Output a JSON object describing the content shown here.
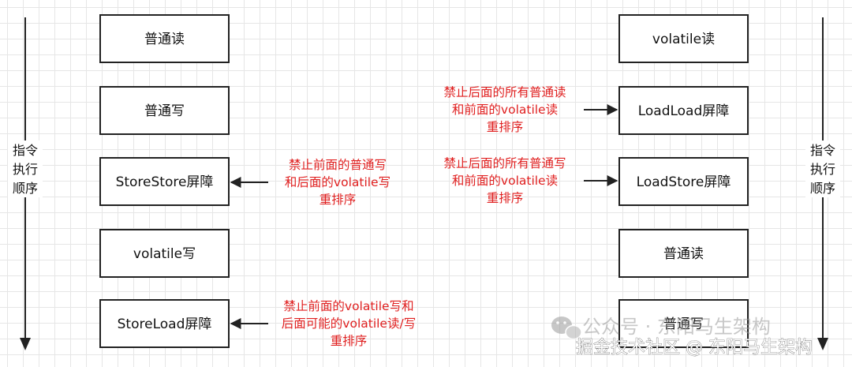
{
  "left_column": {
    "axis_label": [
      "指令",
      "执行",
      "顺序"
    ],
    "boxes": [
      "普通读",
      "普通写",
      "StoreStore屏障",
      "volatile写",
      "StoreLoad屏障"
    ]
  },
  "right_column": {
    "axis_label": [
      "指令",
      "执行",
      "顺序"
    ],
    "boxes": [
      "volatile读",
      "LoadLoad屏障",
      "LoadStore屏障",
      "普通读",
      "普通写"
    ]
  },
  "notes": {
    "storestore": [
      "禁止前面的普通写",
      "和后面的volatile写",
      "重排序"
    ],
    "storeload": [
      "禁止前面的volatile写和",
      "后面可能的volatile读/写",
      "重排序"
    ],
    "loadload": [
      "禁止后面的所有普通读",
      "和前面的volatile读",
      "重排序"
    ],
    "loadstore": [
      "禁止后面的所有普通写",
      "和前面的volatile读",
      "重排序"
    ]
  },
  "watermark": {
    "line1": "公众号 · 东阳马生架构",
    "line2": "掘金技术社区 @ 东阳马生架构",
    "icon": "wechat-icon"
  },
  "colors": {
    "note_text": "#e02020",
    "box_border": "#222222",
    "arrow": "#222222"
  }
}
